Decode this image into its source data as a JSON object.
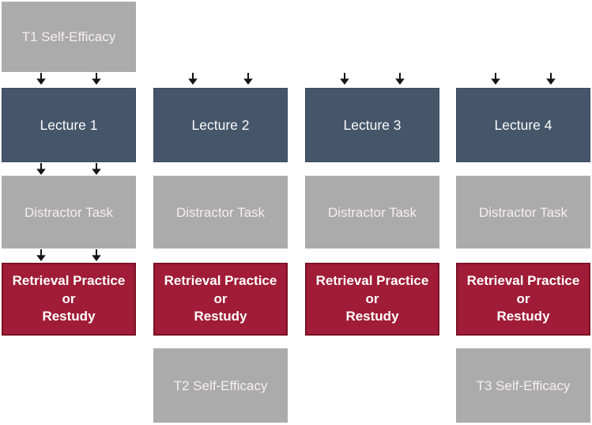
{
  "diagram": {
    "name": "study-procedure-flow-diagram",
    "colors": {
      "gray_box_fill": "#acabab",
      "blue_box_fill": "#45566a",
      "red_box_fill": "#a01c37",
      "red_box_border": "#7a1126",
      "box_text": "#ffffff",
      "arrow": "#141414",
      "background": "#ffffff"
    },
    "icons": {
      "arrow": "down-arrow-icon"
    },
    "columns": [
      {
        "name": "session-1",
        "top_box_label": "T1 Self-Efficacy",
        "lecture_label": "Lecture 1",
        "distractor_label": "Distractor Task",
        "retrieval_label": "Retrieval Practice\nor\nRestudy"
      },
      {
        "name": "session-2",
        "lecture_label": "Lecture 2",
        "distractor_label": "Distractor Task",
        "retrieval_label": "Retrieval Practice\nor\nRestudy",
        "bottom_box_label": "T2 Self-Efficacy"
      },
      {
        "name": "session-3",
        "lecture_label": "Lecture 3",
        "distractor_label": "Distractor Task",
        "retrieval_label": "Retrieval Practice\nor\nRestudy"
      },
      {
        "name": "session-4",
        "lecture_label": "Lecture 4",
        "distractor_label": "Distractor Task",
        "retrieval_label": "Retrieval Practice\nor\nRestudy",
        "bottom_box_label": "T3 Self-Efficacy"
      }
    ]
  }
}
